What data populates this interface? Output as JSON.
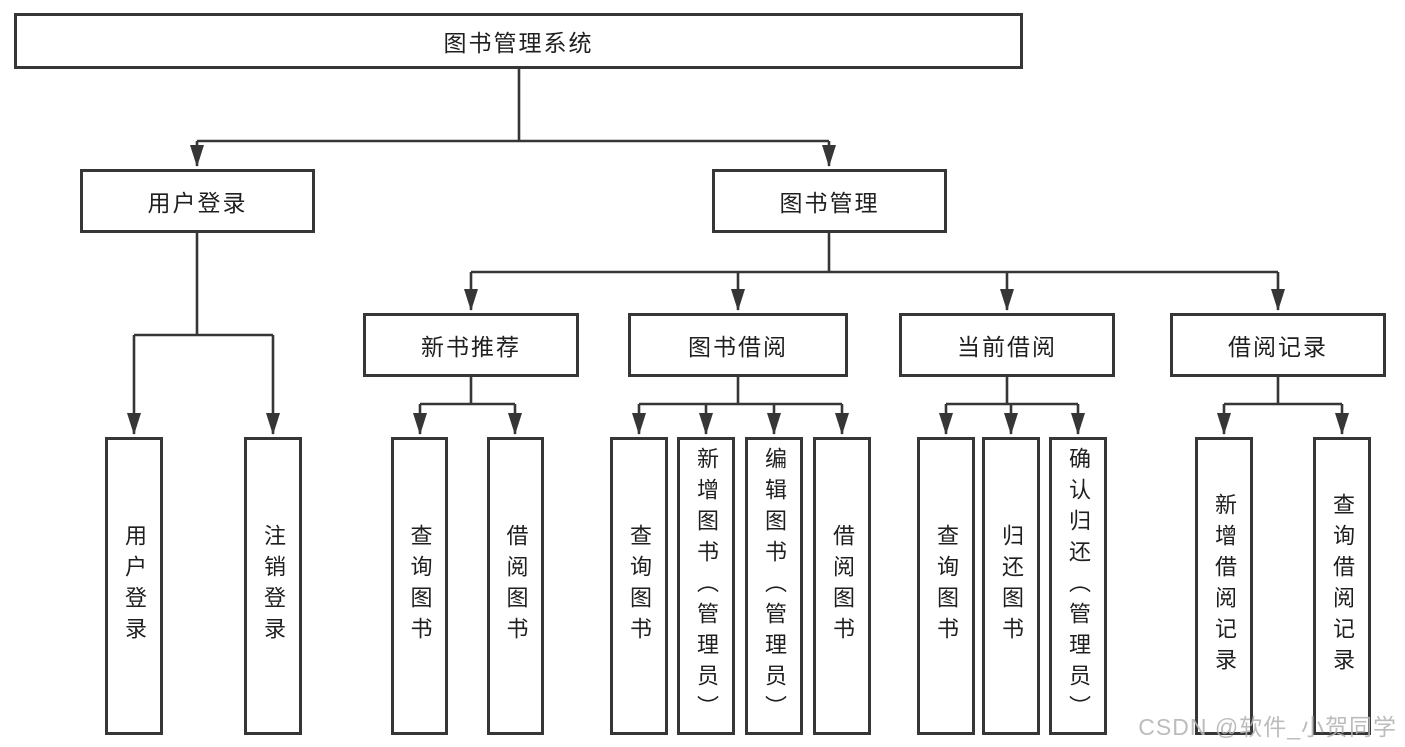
{
  "diagram_type": "hierarchy",
  "tree": {
    "label": "图书管理系统",
    "children": [
      {
        "label": "用户登录",
        "children": [
          {
            "label": "用户登录"
          },
          {
            "label": "注销登录"
          }
        ]
      },
      {
        "label": "图书管理",
        "children": [
          {
            "label": "新书推荐",
            "children": [
              {
                "label": "查询图书"
              },
              {
                "label": "借阅图书"
              }
            ]
          },
          {
            "label": "图书借阅",
            "children": [
              {
                "label": "查询图书"
              },
              {
                "label": "新增图书（管理员）"
              },
              {
                "label": "编辑图书（管理员）"
              },
              {
                "label": "借阅图书"
              }
            ]
          },
          {
            "label": "当前借阅",
            "children": [
              {
                "label": "查询图书"
              },
              {
                "label": "归还图书"
              },
              {
                "label": "确认归还（管理员）"
              }
            ]
          },
          {
            "label": "借阅记录",
            "children": [
              {
                "label": "新增借阅记录"
              },
              {
                "label": "查询借阅记录"
              }
            ]
          }
        ]
      }
    ]
  },
  "watermark": {
    "text": "CSDN @软件_小贺同学"
  },
  "colors": {
    "line": "#363636",
    "text": "#1f1f1f",
    "background": "#ffffff",
    "box_background": "#ffffff",
    "watermark": "#b5b5b5"
  }
}
